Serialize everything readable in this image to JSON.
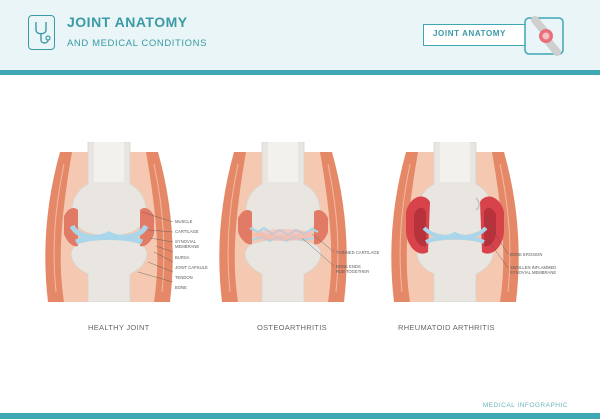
{
  "header": {
    "title": "JOINT ANATOMY",
    "subtitle": "AND MEDICAL CONDITIONS",
    "badge": "JOINT ANATOMY",
    "logo_icon": "stethoscope-icon",
    "badge_icon": "knee-joint-icon"
  },
  "panels": [
    {
      "caption": "HEALTHY JOINT",
      "labels": [
        "MUSCLE",
        "CARTILAGE",
        "SYNOVIAL",
        "MEMBRANE",
        "BURSA",
        "JOINT CAPSULE",
        "TENDON",
        "BONE"
      ]
    },
    {
      "caption": "OSTEOARTHRITIS",
      "labels": [
        "THINNED CARTILAGE",
        "BONE ENDS",
        "RUB TOGETHER"
      ]
    },
    {
      "caption": "RHEUMATOID ARTHRITIS",
      "labels": [
        "BONE EROSION",
        "SWOLLEN INFLAMMED",
        "SYNOVIAL MEMBRANE"
      ]
    }
  ],
  "footer": "MEDICAL INFOGRAPHIC",
  "colors": {
    "accent": "#3fa7b3",
    "header_bg": "#e9f5f6",
    "bone": "#e9e6e1",
    "cartilage": "#a9d6ea",
    "muscle": "#e58868",
    "capsule": "#f1b89e",
    "inflamed": "#d8424a"
  }
}
